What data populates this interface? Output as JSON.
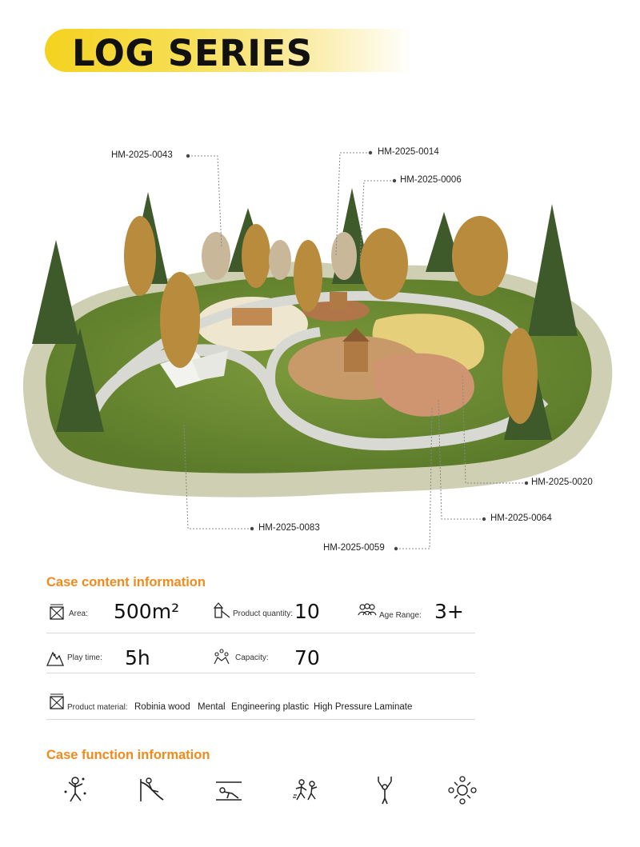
{
  "header": {
    "title": "LOG SERIES"
  },
  "product_codes": [
    "HM-2025-0043",
    "HM-2025-0014",
    "HM-2025-0006",
    "HM-2025-0020",
    "HM-2025-0064",
    "HM-2025-0083",
    "HM-2025-0059"
  ],
  "case_content": {
    "title": "Case content information",
    "area": {
      "label": "Area:",
      "value": "500m²",
      "icon": "area-icon"
    },
    "quantity": {
      "label": "Product quantity:",
      "value": "10",
      "icon": "playground-icon"
    },
    "age": {
      "label": "Age Range:",
      "value": "3+",
      "icon": "people-icon"
    },
    "play_time": {
      "label": "Play time:",
      "value": "5h",
      "icon": "climbing-icon"
    },
    "capacity": {
      "label": "Capacity:",
      "value": "70",
      "icon": "group-icon"
    },
    "material": {
      "label": "Product material:",
      "icon": "area-icon",
      "items": [
        "Robinia wood",
        "Mental",
        "Engineering plastic",
        "High Pressure Laminate"
      ]
    }
  },
  "case_function": {
    "title": "Case function information",
    "icons": [
      "climbing-kid-icon",
      "slide-icon",
      "crawling-icon",
      "running-kids-icon",
      "hanging-icon",
      "social-play-icon"
    ]
  },
  "colors": {
    "accent_orange": "#f08a1c",
    "banner_yellow": "#f4d21f"
  }
}
